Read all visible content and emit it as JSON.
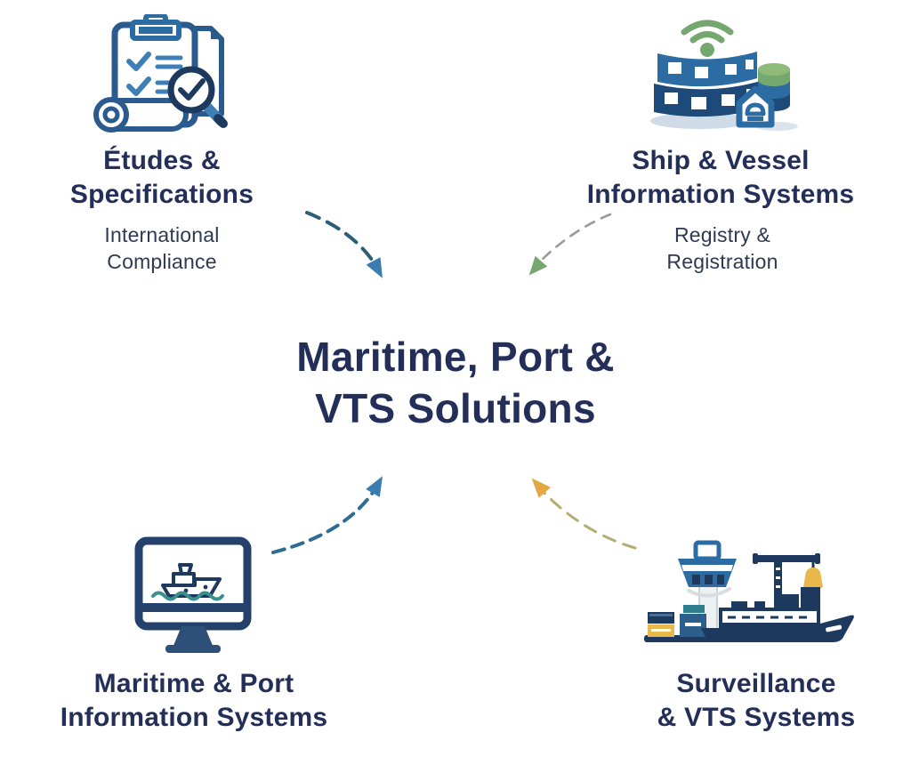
{
  "diagram": {
    "type": "hub-and-spokes",
    "background": "#ffffff",
    "center": {
      "title_line1": "Maritime, Port &",
      "title_line2": "VTS Solutions"
    },
    "quadrants": {
      "top_left": {
        "icon": "clipboard-checklist-magnifier-icon",
        "title_line1": "Études &",
        "title_line2": "Specifications",
        "subtitle_line1": "International",
        "subtitle_line2": "Compliance"
      },
      "top_right": {
        "icon": "registry-building-database-icon",
        "title_line1": "Ship & Vessel",
        "title_line2": "Information Systems",
        "subtitle_line1": "Registry &",
        "subtitle_line2": "Registration"
      },
      "bottom_left": {
        "icon": "monitor-ship-icon",
        "title_line1": "Maritime & Port",
        "title_line2": "Information Systems"
      },
      "bottom_right": {
        "icon": "vts-tower-ship-icon",
        "title_line1": "Surveillance",
        "title_line2": "& VTS Systems"
      }
    },
    "arrows": [
      {
        "name": "etudes-to-center",
        "style": "dashed",
        "dash_color": "#2d5e78",
        "head_color": "#3a7cb0",
        "direction": "from top-left item toward center"
      },
      {
        "name": "ship-vessel-to-center",
        "style": "dashed",
        "dash_color": "#9a9a96",
        "head_color": "#74a86f",
        "direction": "from top-right item toward center"
      },
      {
        "name": "maritime-port-to-center",
        "style": "dashed",
        "dash_color": "#2e6c93",
        "head_color": "#3a7cb0",
        "direction": "from bottom-left item toward center"
      },
      {
        "name": "surveillance-to-center",
        "style": "dashed",
        "dash_color": "#b6ad72",
        "head_color": "#e3a844",
        "direction": "from bottom-right item toward center"
      }
    ],
    "colors": {
      "heading_text": "#232f58",
      "subtitle_text": "#2e3a52",
      "icon_navy": "#1d3a5e",
      "icon_blue": "#2d6ca3",
      "icon_steel_blue": "#3f7fb5",
      "icon_green": "#74a86f",
      "icon_teal": "#3a8f8f",
      "icon_yellow": "#e8b84b"
    }
  }
}
